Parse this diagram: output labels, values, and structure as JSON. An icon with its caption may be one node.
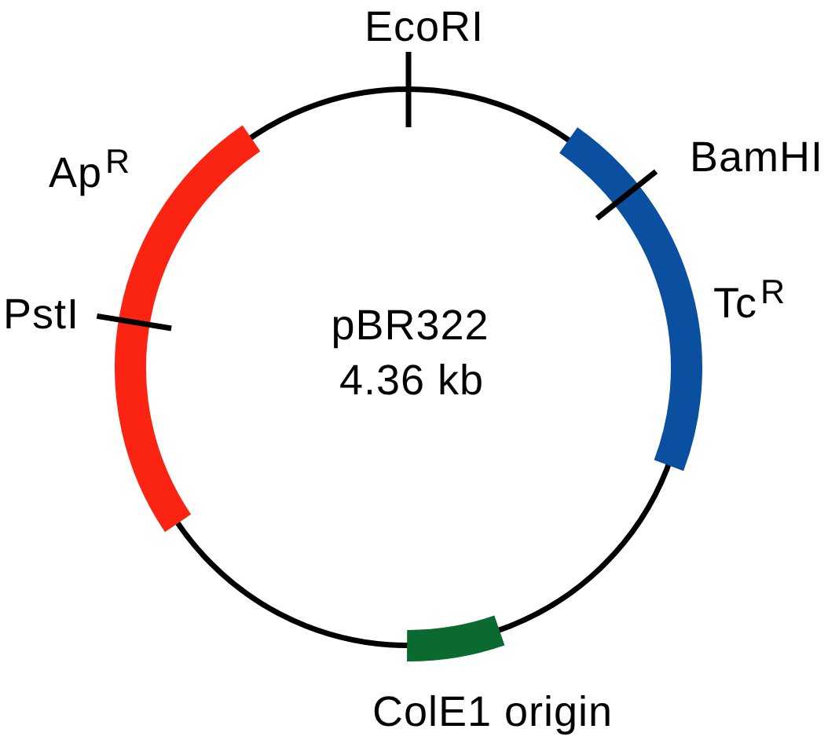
{
  "diagram": {
    "nodes": [
      {
        "text": [
          "pBR322",
          "4.36 kb"
        ]
      }
    ],
    "labels": [
      "EcoRI",
      "BamHI",
      "Ap$^{R}$",
      "PstI",
      "Tc$^{R}$",
      "ColE1 origin"
    ]
  }
}
